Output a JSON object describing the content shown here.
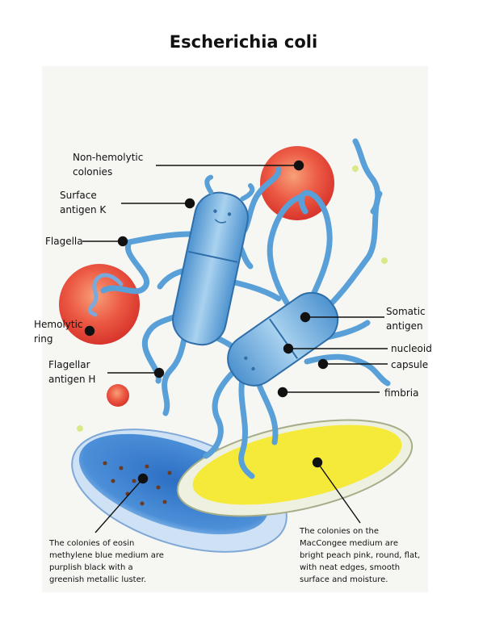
{
  "title": "Escherichia coli",
  "labels": {
    "non_hemolytic": [
      "Non-hemolytic",
      "colonies"
    ],
    "surface_antigen": [
      "Surface",
      "antigen K"
    ],
    "flagella": "Flagella",
    "hemolytic": [
      "Hemolytic",
      "ring"
    ],
    "flagellar_antigen": [
      "Flagellar",
      "antigen H"
    ],
    "somatic_antigen": [
      "Somatic",
      "antigen"
    ],
    "nucleoid": "nucleoid",
    "capsule": "capsule",
    "fimbria": "fimbria"
  },
  "notes": {
    "eosin": [
      "The colonies of eosin",
      "methylene blue medium are",
      "purplish black with a",
      "greenish metallic luster."
    ],
    "macconkey": [
      "The colonies on the",
      "MacCongee medium are",
      "bright peach pink, round, flat,",
      "with neat edges, smooth",
      "surface and moisture."
    ]
  },
  "colors": {
    "bacteria": "#5aa0d8",
    "bacteria_outline": "#2f6ea8",
    "colony_red": "#e8453a",
    "yellow_medium": "#f5ea3a",
    "blue_medium": "#3a7ed0"
  }
}
